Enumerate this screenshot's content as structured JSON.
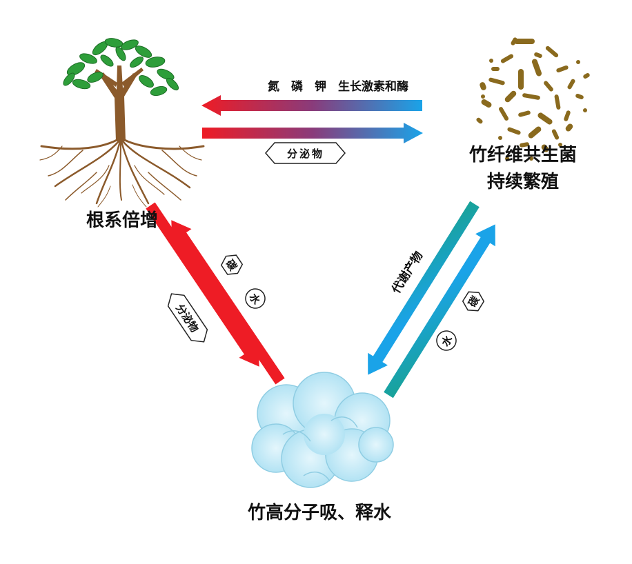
{
  "nodes": {
    "root": {
      "label": "根系倍增"
    },
    "fungus": {
      "label_line1": "竹纤维共生菌",
      "label_line2": "持续繁殖"
    },
    "polymer": {
      "label": "竹高分子吸、释水"
    }
  },
  "arrows": {
    "top_left": {
      "label": "氮　磷　钾　生长激素和酶"
    },
    "top_right": {
      "label": "分泌物"
    },
    "left_down": {
      "label": "分泌物"
    },
    "left_up": {
      "label_carbon": "碳",
      "label_water": "水"
    },
    "right_down": {
      "label": "代谢产物"
    },
    "right_up": {
      "label_carbon": "碳",
      "label_water": "水"
    }
  },
  "colors": {
    "red": "#ee1c25",
    "blue": "#1aa3e8",
    "green": "#16a11a",
    "trunk": "#8b5a2b",
    "leaf": "#2e9e3a",
    "fungus": "#8a6a1e",
    "polymer": "#bfe8f6"
  }
}
